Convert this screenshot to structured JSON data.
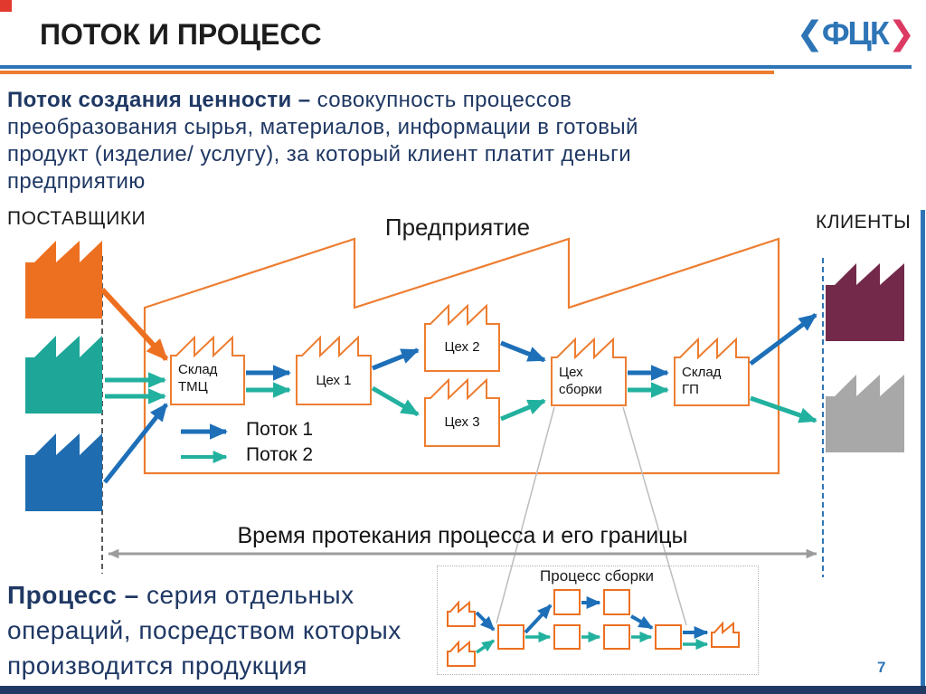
{
  "slide": {
    "title": "ПОТОК И ПРОЦЕСС",
    "page_number": "7",
    "logo": {
      "bracket_left": "❮",
      "letters": "ФЦК",
      "bracket_right": "❯"
    }
  },
  "definitions": {
    "flow": {
      "term": "Поток создания ценности –",
      "body": " совокупность процессов\nпреобразования сырья, материалов, информации в готовый\nпродукт (изделие/ услугу), за который клиент платит деньги\nпредприятию"
    },
    "process": {
      "term": "Процесс –",
      "body": " серия отдельных\nопераций, посредством которых\nпроизводится продукция"
    }
  },
  "diagram": {
    "suppliers_label": "ПОСТАВЩИКИ",
    "enterprise_label": "Предприятие",
    "clients_label": "КЛИЕНТЫ",
    "boxes": [
      {
        "label": "Склад\nТМЦ"
      },
      {
        "label": "Цех 1"
      },
      {
        "label": "Цех 2"
      },
      {
        "label": "Цех 3"
      },
      {
        "label": "Цех\nсборки"
      },
      {
        "label": "Склад\nГП"
      }
    ],
    "legend": [
      {
        "label": "Поток 1",
        "color": "#1D6FB8"
      },
      {
        "label": "Поток 2",
        "color": "#22B19E"
      }
    ],
    "time_span_label": "Время протекания процесса и его границы",
    "subprocess": {
      "title": "Процесс сборки"
    }
  },
  "colors": {
    "accent_blue": "#2E75B6",
    "accent_orange": "#ED7D31",
    "flow1_blue": "#1D6FB8",
    "flow2_teal": "#22B19E",
    "text_navy": "#1F3864",
    "supplier_orange": "#ED7021",
    "supplier_teal": "#1EA698",
    "supplier_blue": "#1F6CB0",
    "client_maroon": "#73294A",
    "client_gray": "#A8A8A8",
    "logo_red": "#DD3A63",
    "footer_navy": "#203A64"
  }
}
